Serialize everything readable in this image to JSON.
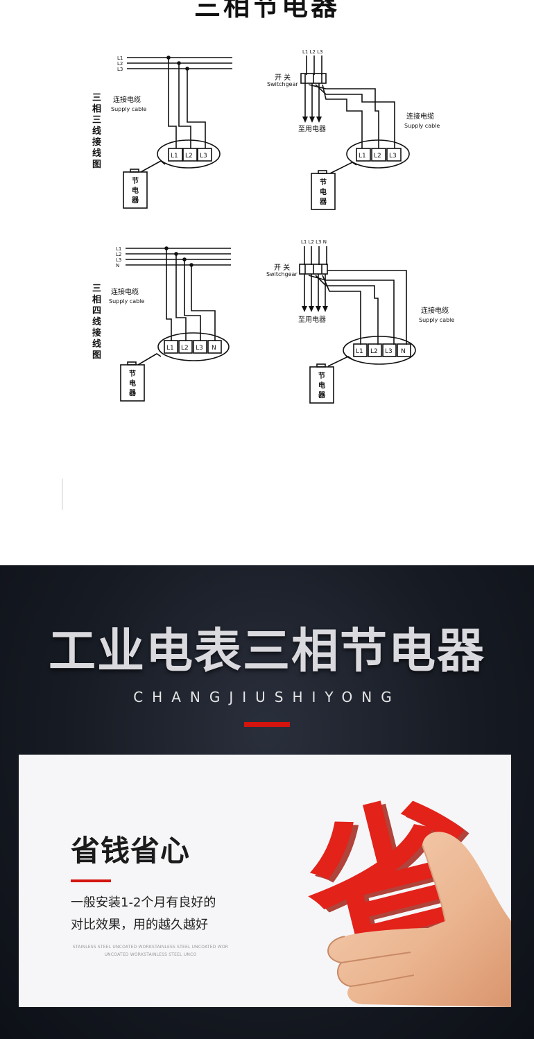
{
  "top": {
    "title": "三相节电器",
    "diagram1": {
      "side_label": [
        "三",
        "相",
        "三",
        "线",
        "接",
        "线",
        "图"
      ],
      "bus_labels": [
        "L1",
        "L2",
        "L3"
      ],
      "cable_cn": "连接电缆",
      "cable_en": "Supply cable",
      "terminals": [
        "L1",
        "L2",
        "L3"
      ],
      "device": [
        "节",
        "电",
        "器"
      ]
    },
    "diagram2": {
      "bus_header": "L1 L2 L3",
      "switch_cn": "开 关",
      "switch_en": "Switchgear",
      "load": "至用电器",
      "cable_cn": "连接电缆",
      "cable_en": "Supply cable",
      "terminals": [
        "L1",
        "L2",
        "L3"
      ],
      "device": [
        "节",
        "电",
        "器"
      ]
    },
    "diagram3": {
      "side_label": [
        "三",
        "相",
        "四",
        "线",
        "接",
        "线",
        "图"
      ],
      "bus_labels": [
        "L1",
        "L2",
        "L3",
        "N"
      ],
      "cable_cn": "连接电缆",
      "cable_en": "Supply cable",
      "terminals": [
        "L1",
        "L2",
        "L3",
        "N"
      ],
      "device": [
        "节",
        "电",
        "器"
      ]
    },
    "diagram4": {
      "bus_header": "L1 L2 L3 N",
      "switch_cn": "开 关",
      "switch_en": "Switchgear",
      "load": "至用电器",
      "cable_cn": "连接电缆",
      "cable_en": "Supply cable",
      "terminals": [
        "L1",
        "L2",
        "L3",
        "N"
      ],
      "device": [
        "节",
        "电",
        "器"
      ]
    }
  },
  "hero": {
    "title": "工业电表三相节电器",
    "subtitle": "CHANGJIUSHIYONG",
    "accent": "#d4140e"
  },
  "card": {
    "title": "省钱省心",
    "desc_line1": "一般安装1-2个月有良好的",
    "desc_line2": "对比效果，用的越久越好",
    "fine_print": "STAINLESS STEEL UNCOATED WORKSTAINLESS STEEL UNCOATED WOR UNCOATED WORKSTAINLESS STEEL UNCO",
    "graphic_char": "省"
  }
}
